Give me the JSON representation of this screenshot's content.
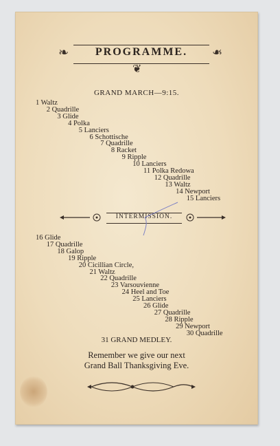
{
  "title": "PROGRAMME.",
  "grand_march": "GRAND MARCH—9:15.",
  "dances_part1": [
    "1 Waltz",
    "2 Quadrille",
    "3 Glide",
    "4 Polka",
    "5 Lanciers",
    "6 Schottische",
    "7 Quadrille",
    "8 Racket",
    "9 Ripple",
    "10 Lanciers",
    "11 Polka Redowa",
    "12 Quadrille",
    "13 Waltz",
    "14 Newport",
    "15 Lanciers"
  ],
  "intermission": "INTERMISSION.",
  "dances_part2": [
    "16 Glide",
    "17 Quadrille",
    "18 Galop",
    "19 Ripple",
    "20 Cicillian Circle,",
    "21 Waltz",
    "22 Quadrille",
    "23 Varsouvienne",
    "24 Heel and Toe",
    "25 Lanciers",
    "26 Glide",
    "27 Quadrille",
    "28 Ripple",
    "29 Newport",
    "30 Quadrille"
  ],
  "medley": "31 GRAND MEDLEY.",
  "reminder_line1": "Remember we give our next",
  "reminder_line2": "Grand Ball Thanksgiving Eve.",
  "colors": {
    "paper": "#f1e2c4",
    "ink": "#2a2320",
    "pencil": "#7b7fc4"
  }
}
